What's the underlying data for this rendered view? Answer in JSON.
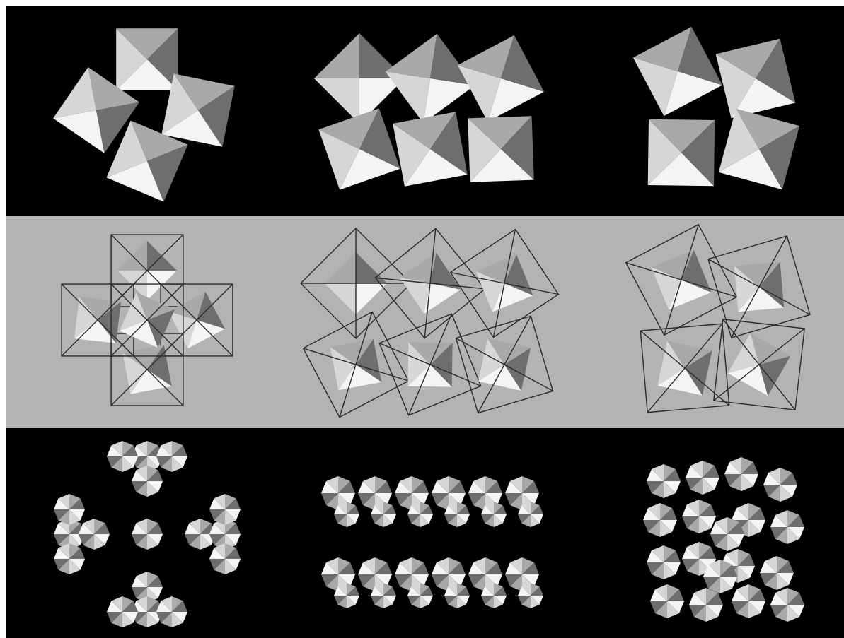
{
  "image": {
    "description_free": true,
    "rows": [
      {
        "id": "row-top",
        "background": "#000000",
        "panels": [
          "cross",
          "twin",
          "skew"
        ],
        "style": "solid-octahedra"
      },
      {
        "id": "row-middle",
        "background": "#b3b3b3",
        "panels": [
          "cross",
          "twin",
          "skew"
        ],
        "style": "wireframe-with-solids"
      },
      {
        "id": "row-bottom",
        "background": "#000000",
        "panels": [
          "cross",
          "twin",
          "skew"
        ],
        "style": "fractal-clusters"
      }
    ],
    "palette": {
      "black": "#000000",
      "grey_band": "#b3b3b3",
      "white_face": "#f4f4f4",
      "light_face": "#d6d6d6",
      "mid_face": "#a9a9a9",
      "dark_face": "#6e6e6e",
      "wire": "#2a2a2a"
    }
  }
}
